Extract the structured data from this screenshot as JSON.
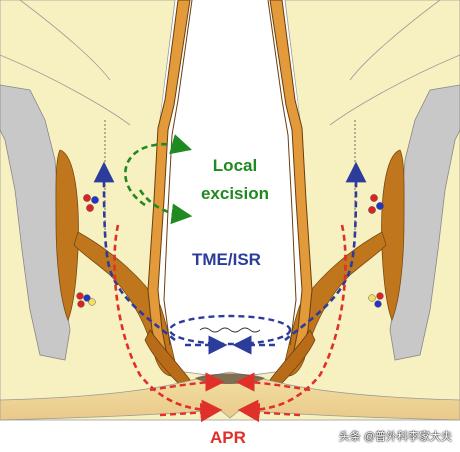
{
  "labels": {
    "local_line1": "Local",
    "local_line2": "excision",
    "tme_isr": "TME/ISR",
    "apr": "APR",
    "watermark": "头条 @普外科李家大夫"
  },
  "colors": {
    "local": "#1f8a1f",
    "tme_isr": "#2b3c9c",
    "apr": "#e0302a",
    "tissue": "#f7f0c0",
    "muscle": "#c0761c",
    "bone": "#c8c8c8"
  },
  "icons": [
    "dashed-arrow-local",
    "dashed-arrow-tme",
    "dashed-arrow-apr",
    "vessel-dots"
  ]
}
